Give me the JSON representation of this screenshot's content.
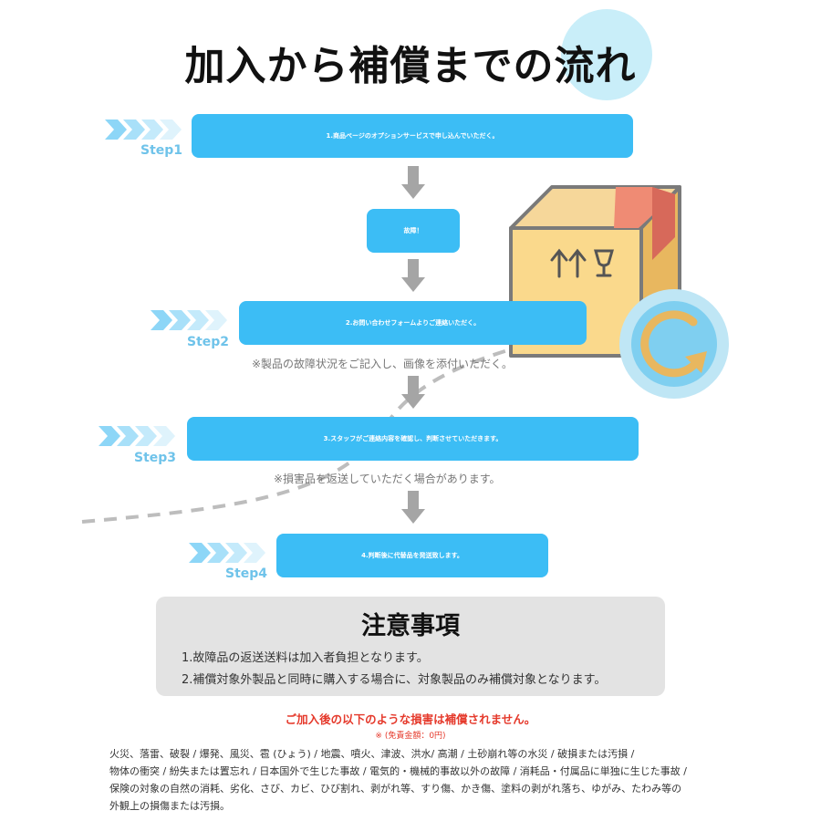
{
  "title": "加入から補償までの流れ",
  "steps": [
    {
      "step_label": "Step1",
      "text": "1.商品ページのオプションサービスで申し込んでいただく。"
    },
    {
      "step_label": "Step2",
      "text": "2.お問い合わせフォームよりご連絡いただく。",
      "note": "※製品の故障状況をご記入し、画像を添付いただく。"
    },
    {
      "step_label": "Step3",
      "text": "3.スタッフがご連絡内容を確認し、判断させていただきます。",
      "note": "※損害品を返送していただく場合があります。"
    },
    {
      "step_label": "Step4",
      "text": "4.判断後に代替品を発送致します。"
    }
  ],
  "failure_label": "故障！",
  "colors": {
    "accent": "#3cbdf5",
    "chevron": "#8dd6f7",
    "step_text": "#6fc3ea",
    "arrow": "#a5a5a5",
    "warning": "#e5392b",
    "caution_bg": "#e3e3e3"
  },
  "caution": {
    "title": "注意事項",
    "items": [
      "1.故障品の返送送料は加入者負担となります。",
      "2.補償対象外製品と同時に購入する場合に、対象製品のみ補償対象となります。"
    ]
  },
  "not_covered": {
    "title": "ご加入後の以下のような損害は補償されません。",
    "sub": "※ (免責金額：0円)",
    "lines": [
      "火災、落雷、破裂 / 爆発、風災、雹 (ひょう) / 地震、噴火、津波、洪水/ 高潮 / 土砂崩れ等の水災 / 破損または汚損 /",
      "物体の衝突 / 紛失または置忘れ / 日本国外で生じた事故 / 電気的・機械的事故以外の故障 / 消耗品・付属品に単独に生じた事故 /",
      "保険の対象の自然の消耗、劣化、さび、カビ、ひび割れ、剥がれ等、すり傷、かき傷、塗料の剥がれ落ち、ゆがみ、たわみ等の",
      "外観上の損傷または汚損。"
    ]
  },
  "icons": [
    "chevron-arrows-icon",
    "down-arrow-icon",
    "cardboard-box-icon",
    "this-way-up-icon",
    "fragile-glass-icon",
    "refresh-circle-icon"
  ]
}
